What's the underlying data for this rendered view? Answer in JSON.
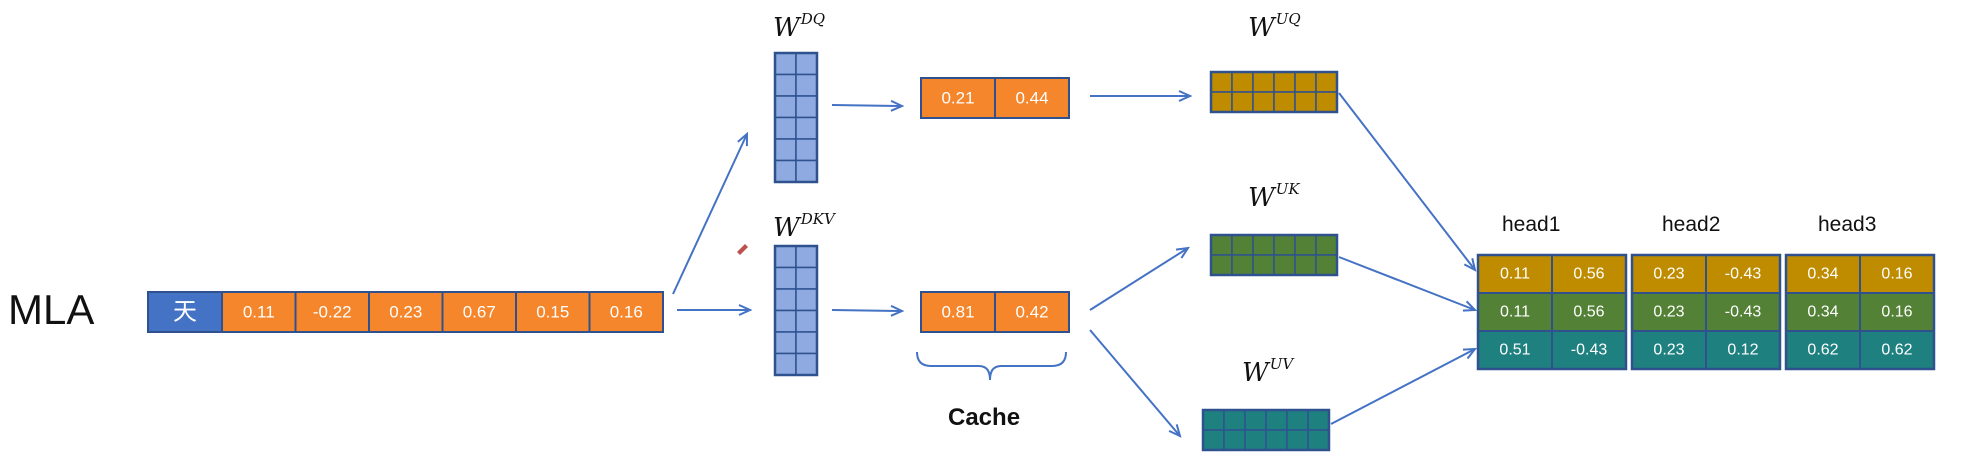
{
  "title": "MLA",
  "token": {
    "char": "天",
    "values": [
      "0.11",
      "-0.22",
      "0.23",
      "0.67",
      "0.15",
      "0.16"
    ]
  },
  "weights": {
    "dq": {
      "base": "W",
      "sup": "DQ"
    },
    "dkv": {
      "base": "W",
      "sup": "DKV"
    },
    "uq": {
      "base": "W",
      "sup": "UQ"
    },
    "uk": {
      "base": "W",
      "sup": "UK"
    },
    "uv": {
      "base": "W",
      "sup": "UV"
    }
  },
  "latent_q": [
    "0.21",
    "0.44"
  ],
  "latent_kv": [
    "0.81",
    "0.42"
  ],
  "cache_label": "Cache",
  "heads": [
    {
      "label": "head1",
      "q": [
        "0.11",
        "0.56"
      ],
      "k": [
        "0.11",
        "0.56"
      ],
      "v": [
        "0.51",
        "-0.43"
      ]
    },
    {
      "label": "head2",
      "q": [
        "0.23",
        "-0.43"
      ],
      "k": [
        "0.23",
        "-0.43"
      ],
      "v": [
        "0.23",
        "0.12"
      ]
    },
    {
      "label": "head3",
      "q": [
        "0.34",
        "0.16"
      ],
      "k": [
        "0.34",
        "0.16"
      ],
      "v": [
        "0.62",
        "0.62"
      ]
    }
  ],
  "colors": {
    "blue": "#4472c4",
    "orange": "#f5862b",
    "matrix_blue": "#8eaae0",
    "gold": "#bf8c00",
    "green": "#538135",
    "teal": "#1f8080",
    "border": "#2f528f",
    "arrow": "#4472c4"
  }
}
